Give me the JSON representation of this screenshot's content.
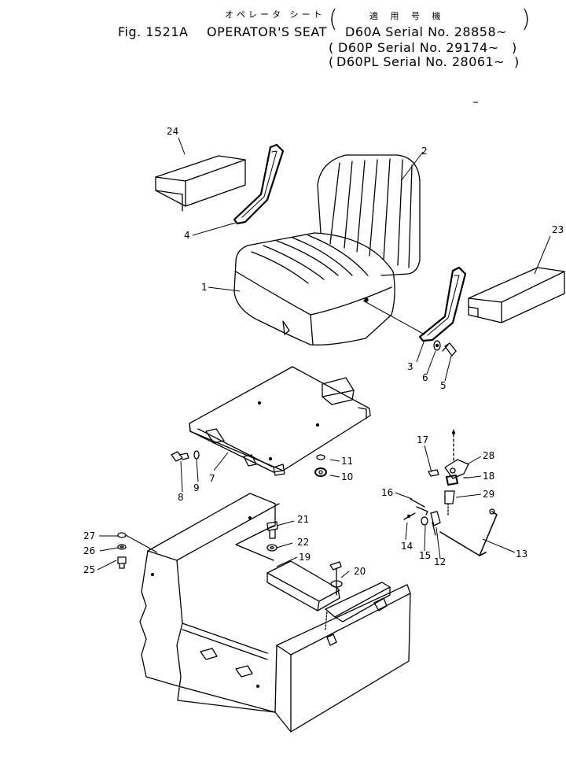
{
  "header": {
    "jp_title": "オペレータ シート",
    "jp_applicable": "適 用 号 機",
    "fig_label": "Fig. 1521A",
    "title": "OPERATOR'S SEAT",
    "serials": [
      "D60A  Serial  No.  28858~",
      "D60P  Serial  No.  29174~",
      "D60PL  Serial  No.  28061~"
    ]
  },
  "callouts": {
    "c1": "1",
    "c2": "2",
    "c3": "3",
    "c4": "4",
    "c5": "5",
    "c6": "6",
    "c7": "7",
    "c8": "8",
    "c9": "9",
    "c10": "10",
    "c11": "11",
    "c12": "12",
    "c13": "13",
    "c14": "14",
    "c15": "15",
    "c16": "16",
    "c17": "17",
    "c18": "18",
    "c19": "19",
    "c20": "20",
    "c21": "21",
    "c22": "22",
    "c23": "23",
    "c24": "24",
    "c25": "25",
    "c26": "26",
    "c27": "27",
    "c28": "28",
    "c29": "29"
  }
}
